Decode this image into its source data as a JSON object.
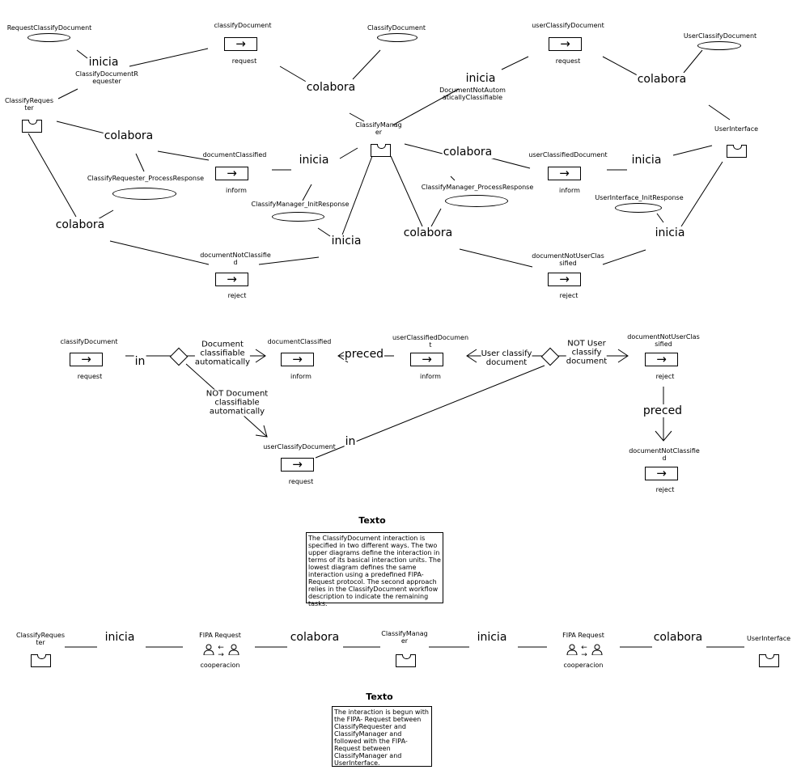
{
  "rel": {
    "inicia": "inicia",
    "colabora": "colabora",
    "preced": "preced",
    "in": "in"
  },
  "goals": {
    "classifyDocument": "classifyDocument",
    "request": "request",
    "documentClassified": "documentClassified",
    "inform": "inform",
    "documentNotClassified": "documentNotClassifie\nd",
    "reject": "reject",
    "userClassifyDocument": "userClassifyDocument",
    "userClassifiedDocument": "userClassifiedDocument",
    "userClassifiedDocumentWrapped": "userClassifiedDocumen\nt",
    "documentNotUserClassified": "documentNotUserClas\nsified",
    "documentNotClassifiedD": "documentNotClassifie\nd"
  },
  "tasks": {
    "requestClassifyDocument": "RequestClassifyDocument",
    "classifyDocument": "ClassifyDocument",
    "userClassifyDocument": "UserClassifyDocument",
    "classifyRequesterProcessResponse": "ClassifyRequester_ProcessResponse",
    "classifyManagerInitResponse": "ClassifyManager_InitResponse",
    "classifyManagerProcessResponse": "ClassifyManager_ProcessResponse",
    "userInterfaceInitResponse": "UserInterface_InitResponse"
  },
  "roles": {
    "classifyRequester": "ClassifyReques\nter",
    "classifyManager": "ClassifyManag\ner",
    "userInterface": "UserInterface"
  },
  "notes": {
    "classifyDocumentRequester": "ClassifyDocumentR\nequester",
    "documentNotAuto": "DocumentNotAutom\naticallyClassifiable"
  },
  "workflow": {
    "docClassifiable": "Document\nclassifiable\nautomatically",
    "notDocClassifiable": "NOT Document\nclassifiable\nautomatically",
    "userClassify": "User classify\ndocument",
    "notUserClassify": "NOT User\nclassify\ndocument"
  },
  "protocols": {
    "fipaRequest": "FIPA Request",
    "cooperacion": "cooperacion"
  },
  "texts": {
    "heading": "Texto",
    "box1": "The ClassifyDocument interaction is specified in two different ways. The two upper diagrams define the interaction in terms of its basical interaction units. The lowest diagram defines the same interaction using a predefined FIPA- Request protocol. The second approach relies in the ClassifyDocument workflow description to indicate the remaining tasks.",
    "box2": "The interaction is begun with the FIPA- Request between ClassifyRequester and ClassifyManager and followed with the FIPA- Request between ClassifyManager and UserInterface."
  }
}
